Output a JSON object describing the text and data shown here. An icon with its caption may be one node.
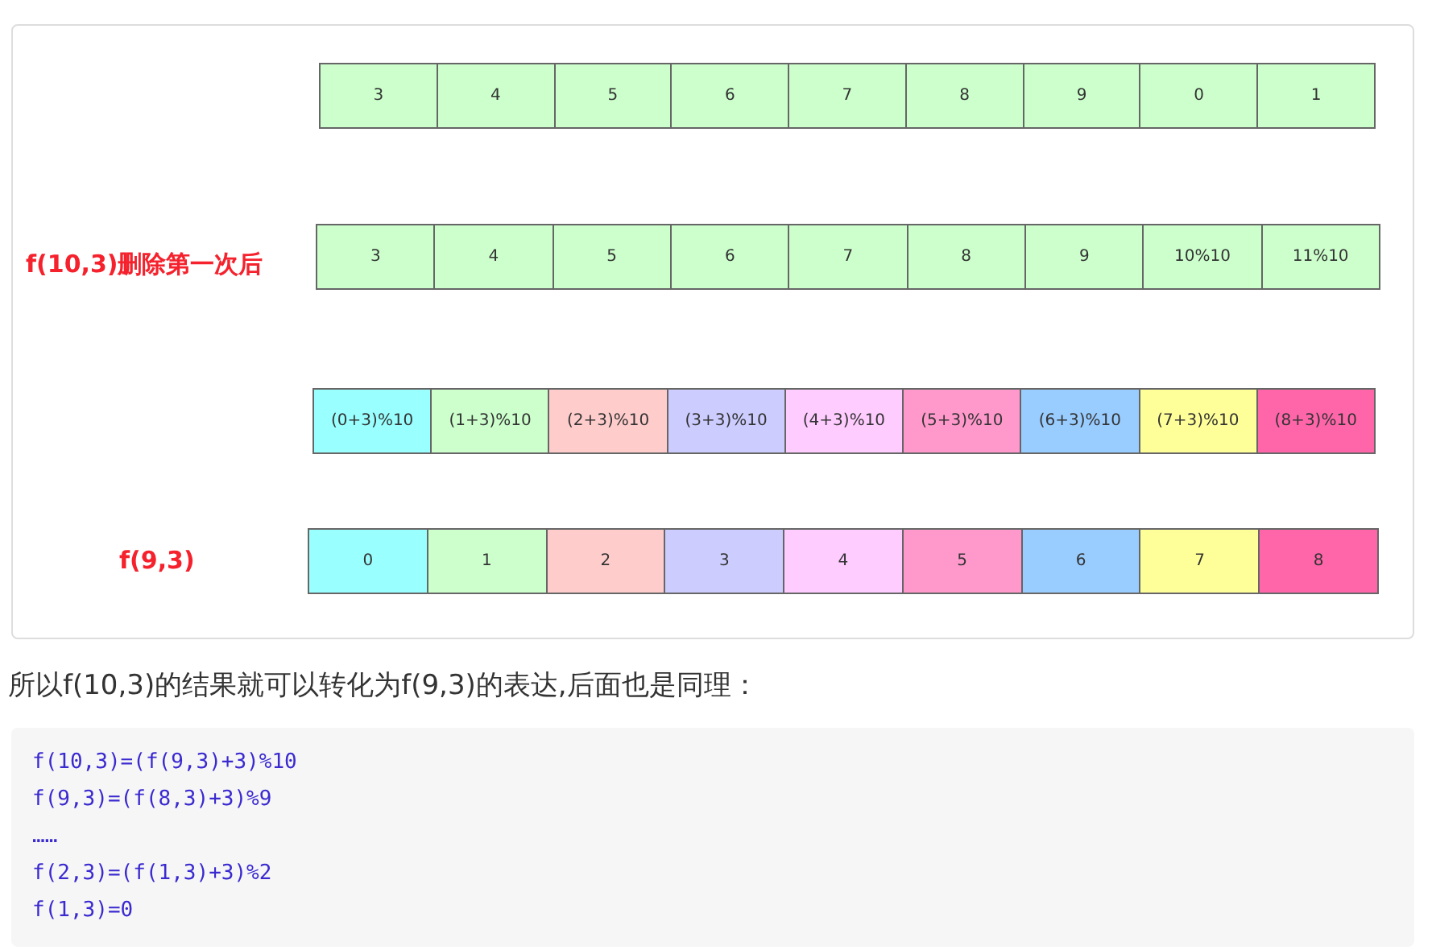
{
  "diagram": {
    "nodes": [
      {
        "text": [
          "3"
        ]
      },
      {
        "text": [
          "4"
        ]
      },
      {
        "text": [
          "5"
        ]
      },
      {
        "text": [
          "6"
        ]
      },
      {
        "text": [
          "7"
        ]
      },
      {
        "text": [
          "8"
        ]
      },
      {
        "text": [
          "9"
        ]
      },
      {
        "text": [
          "0"
        ]
      },
      {
        "text": [
          "1"
        ]
      },
      {
        "text": [
          "3"
        ]
      },
      {
        "text": [
          "4"
        ]
      },
      {
        "text": [
          "5"
        ]
      },
      {
        "text": [
          "6"
        ]
      },
      {
        "text": [
          "7"
        ]
      },
      {
        "text": [
          "8"
        ]
      },
      {
        "text": [
          "9"
        ]
      },
      {
        "text": [
          "10%10"
        ]
      },
      {
        "text": [
          "11%10"
        ]
      },
      {
        "text": [
          "(0+3)%10"
        ]
      },
      {
        "text": [
          "(1+3)%10"
        ]
      },
      {
        "text": [
          "(2+3)%10"
        ]
      },
      {
        "text": [
          "(3+3)%10"
        ]
      },
      {
        "text": [
          "(4+3)%10"
        ]
      },
      {
        "text": [
          "(5+3)%10"
        ]
      },
      {
        "text": [
          "(6+3)%10"
        ]
      },
      {
        "text": [
          "(7+3)%10"
        ]
      },
      {
        "text": [
          "(8+3)%10"
        ]
      },
      {
        "text": [
          "0"
        ]
      },
      {
        "text": [
          "1"
        ]
      },
      {
        "text": [
          "2"
        ]
      },
      {
        "text": [
          "3"
        ]
      },
      {
        "text": [
          "4"
        ]
      },
      {
        "text": [
          "5"
        ]
      },
      {
        "text": [
          "6"
        ]
      },
      {
        "text": [
          "7"
        ]
      },
      {
        "text": [
          "8"
        ]
      }
    ],
    "labels": [
      "f(10,3)删除第一次后",
      "f(9,3)",
      "所以f(10,3)的结果就可以转化为f(9,3)的表达,后面也是同理：",
      "f(10,3)=(f(9,3)+3)%10",
      "f(9,3)=(f(8,3)+3)%9",
      "……",
      "f(2,3)=(f(1,3)+3)%2",
      "f(1,3)=0"
    ]
  }
}
